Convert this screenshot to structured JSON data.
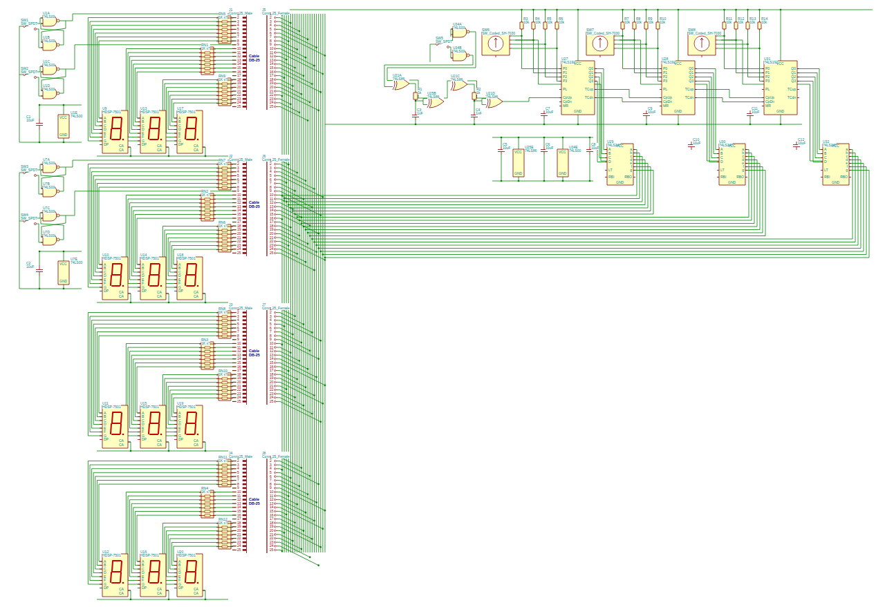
{
  "diagram": {
    "nodes": [
      {
        "text": [
          "SW1",
          "SW_SPDT"
        ]
      },
      {
        "text": [
          "U1A",
          "74LS00"
        ]
      },
      {
        "text": [
          "U1B",
          "74LS00"
        ]
      },
      {
        "text": [
          "SW2",
          "SW_SPDT"
        ]
      },
      {
        "text": [
          "U1C",
          "74LS00"
        ]
      },
      {
        "text": [
          "U1D",
          "74LS00"
        ]
      },
      {
        "text": [
          "C1",
          "10uF"
        ]
      },
      {
        "text": [
          "U1E",
          "74LS00"
        ]
      },
      {
        "text": [
          "RN5",
          "1K x7"
        ]
      },
      {
        "text": [
          "RN1",
          "1K x7"
        ]
      },
      {
        "text": [
          "RN9",
          "1K x7"
        ]
      },
      {
        "text": [
          "U9",
          "HDSP-7501"
        ]
      },
      {
        "text": [
          "U13",
          "HDSP-7501"
        ]
      },
      {
        "text": [
          "U17",
          "HDSP-7501"
        ]
      },
      {
        "text": [
          "J1",
          "Conn_25_Male"
        ]
      },
      {
        "text": [
          "J5",
          "Conn_25_Female"
        ]
      },
      {
        "text": [
          "SW3",
          "SW_SPDT"
        ]
      },
      {
        "text": [
          "U7A",
          "74LS00"
        ]
      },
      {
        "text": [
          "U7B",
          "74LS00"
        ]
      },
      {
        "text": [
          "SW4",
          "SW_SPDT"
        ]
      },
      {
        "text": [
          "U7C",
          "74LS00"
        ]
      },
      {
        "text": [
          "U7D",
          "74LS00"
        ]
      },
      {
        "text": [
          "C2",
          "10uF"
        ]
      },
      {
        "text": [
          "U7E",
          "74LS00"
        ]
      },
      {
        "text": [
          "RN7",
          "1K x7"
        ]
      },
      {
        "text": [
          "RN2",
          "1K x7"
        ]
      },
      {
        "text": [
          "RN6",
          "1K x7"
        ]
      },
      {
        "text": [
          "U10",
          "HDSP-7501"
        ]
      },
      {
        "text": [
          "U14",
          "HDSP-7501"
        ]
      },
      {
        "text": [
          "U18",
          "HDSP-7501"
        ]
      },
      {
        "text": [
          "J2",
          "Conn_25_Male"
        ]
      },
      {
        "text": [
          "J6",
          "Conn_25_Female"
        ]
      },
      {
        "text": [
          "RN8",
          "1K x7"
        ]
      },
      {
        "text": [
          "RN3",
          "1K x7"
        ]
      },
      {
        "text": [
          "RN10",
          "1K x7"
        ]
      },
      {
        "text": [
          "U11",
          "HDSP-7501"
        ]
      },
      {
        "text": [
          "U15",
          "HDSP-7501"
        ]
      },
      {
        "text": [
          "U19",
          "HDSP-7501"
        ]
      },
      {
        "text": [
          "J3",
          "Conn_25_Male"
        ]
      },
      {
        "text": [
          "J7",
          "Conn_25_Female"
        ]
      },
      {
        "text": [
          "RN11",
          "1K x7"
        ]
      },
      {
        "text": [
          "RN4",
          "1K x7"
        ]
      },
      {
        "text": [
          "RN12",
          "1K x7"
        ]
      },
      {
        "text": [
          "U12",
          "HDSP-7501"
        ]
      },
      {
        "text": [
          "U16",
          "HDSP-7501"
        ]
      },
      {
        "text": [
          "U20",
          "HDSP-7501"
        ]
      },
      {
        "text": [
          "J4",
          "Conn_25_Male"
        ]
      },
      {
        "text": [
          "J8",
          "Conn_25_Female"
        ]
      },
      {
        "text": [
          "SW5",
          "SW_SPDT"
        ]
      },
      {
        "text": [
          "U34A",
          "74LS00"
        ]
      },
      {
        "text": [
          "U34B",
          "74LS00"
        ]
      },
      {
        "text": [
          "U21A",
          "74LS86"
        ]
      },
      {
        "text": [
          "R1",
          "1k"
        ]
      },
      {
        "text": [
          "C3",
          "1nF"
        ]
      },
      {
        "text": [
          "U25B",
          "74LS86"
        ]
      },
      {
        "text": [
          "U21C",
          "74LS86"
        ]
      },
      {
        "text": [
          "R2",
          "1k"
        ]
      },
      {
        "text": [
          "C4",
          "1nF"
        ]
      },
      {
        "text": [
          "U21D",
          "74LS86"
        ]
      },
      {
        "text": [
          "SW6",
          "SW_Coded_SH-7030"
        ]
      },
      {
        "text": [
          "R3",
          "10k"
        ]
      },
      {
        "text": [
          "R4",
          "10k"
        ]
      },
      {
        "text": [
          "R5",
          "10k"
        ]
      },
      {
        "text": [
          "R6",
          "10k"
        ]
      },
      {
        "text": [
          "U27",
          "74LS192"
        ]
      },
      {
        "text": [
          "C7",
          "10uF"
        ]
      },
      {
        "text": [
          "SW7",
          "SW_Coded_SH-7030"
        ]
      },
      {
        "text": [
          "R7",
          "10k"
        ]
      },
      {
        "text": [
          "R8",
          "10k"
        ]
      },
      {
        "text": [
          "R9",
          "10k"
        ]
      },
      {
        "text": [
          "R10",
          "10k"
        ]
      },
      {
        "text": [
          "U28",
          "74LS192"
        ]
      },
      {
        "text": [
          "C9",
          "10uF"
        ]
      },
      {
        "text": [
          "SW8",
          "SW_Coded_SH-7030"
        ]
      },
      {
        "text": [
          "R11",
          "10k"
        ]
      },
      {
        "text": [
          "R12",
          "10k"
        ]
      },
      {
        "text": [
          "R13",
          "10k"
        ]
      },
      {
        "text": [
          "R14",
          "10k"
        ]
      },
      {
        "text": [
          "U31",
          "74LS192"
        ]
      },
      {
        "text": [
          "C11",
          "10uF"
        ]
      },
      {
        "text": [
          "C5",
          "10uF"
        ]
      },
      {
        "text": [
          "U25E",
          "74LS86"
        ]
      },
      {
        "text": [
          "C6",
          "10uF"
        ]
      },
      {
        "text": [
          "U34E",
          "74LS00"
        ]
      },
      {
        "text": [
          "C8",
          "10uF"
        ]
      },
      {
        "text": [
          "U29",
          "74LS247"
        ]
      },
      {
        "text": [
          "C10",
          "10uF"
        ]
      },
      {
        "text": [
          "U30",
          "74LS247"
        ]
      },
      {
        "text": [
          "C12",
          "10uF"
        ]
      },
      {
        "text": [
          "U32",
          "74LS247"
        ]
      }
    ],
    "edges": [
      {
        "from": 51,
        "to": 54,
        "arrow": "none"
      },
      {
        "from": 54,
        "to": 55,
        "arrow": "none"
      },
      {
        "from": 55,
        "to": 58,
        "arrow": "none"
      },
      {
        "from": 59,
        "to": 64,
        "arrow": "none"
      },
      {
        "from": 66,
        "to": 71,
        "arrow": "none"
      },
      {
        "from": 73,
        "to": 78,
        "arrow": "none"
      },
      {
        "from": 64,
        "to": 85,
        "arrow": "none"
      },
      {
        "from": 71,
        "to": 87,
        "arrow": "none"
      },
      {
        "from": 78,
        "to": 89,
        "arrow": "none"
      },
      {
        "from": 48,
        "to": 49,
        "arrow": "none"
      }
    ],
    "labels": [
      "1",
      "2",
      "3",
      "4",
      "5",
      "6",
      "7",
      "8",
      "9",
      "10",
      "11",
      "12",
      "13",
      "14",
      "15",
      "16",
      "17",
      "18",
      "19",
      "20",
      "21",
      "22",
      "23",
      "24",
      "25",
      "1",
      "2",
      "3",
      "4",
      "5",
      "6",
      "7",
      "8",
      "9",
      "10",
      "11",
      "12",
      "13",
      "14",
      "15",
      "16",
      "17",
      "18",
      "19",
      "20",
      "21",
      "22",
      "23",
      "24",
      "25",
      "Cable DB-25",
      "A",
      "B",
      "C",
      "D",
      "E",
      "F",
      "G",
      "DP",
      "CA",
      "CA",
      "A",
      "B",
      "C",
      "D",
      "E",
      "F",
      "G",
      "DP",
      "CA",
      "CA",
      "A",
      "B",
      "C",
      "D",
      "E",
      "F",
      "G",
      "DP",
      "CA",
      "CA",
      "1",
      "2",
      "3",
      "4",
      "5",
      "6",
      "7",
      "8",
      "9",
      "10",
      "11",
      "12",
      "13",
      "14",
      "15",
      "16",
      "17",
      "18",
      "19",
      "20",
      "21",
      "22",
      "23",
      "24",
      "25",
      "1",
      "2",
      "3",
      "4",
      "5",
      "6",
      "7",
      "8",
      "9",
      "10",
      "11",
      "12",
      "13",
      "14",
      "15",
      "16",
      "17",
      "18",
      "19",
      "20",
      "21",
      "22",
      "23",
      "24",
      "25",
      "Cable DB-25",
      "A",
      "B",
      "C",
      "D",
      "E",
      "F",
      "G",
      "DP",
      "CA",
      "CA",
      "A",
      "B",
      "C",
      "D",
      "E",
      "F",
      "G",
      "DP",
      "CA",
      "CA",
      "A",
      "B",
      "C",
      "D",
      "E",
      "F",
      "G",
      "DP",
      "CA",
      "CA",
      "1",
      "2",
      "3",
      "4",
      "5",
      "6",
      "7",
      "8",
      "9",
      "10",
      "11",
      "12",
      "13",
      "14",
      "15",
      "16",
      "17",
      "18",
      "19",
      "20",
      "21",
      "22",
      "23",
      "24",
      "25",
      "1",
      "2",
      "3",
      "4",
      "5",
      "6",
      "7",
      "8",
      "9",
      "10",
      "11",
      "12",
      "13",
      "14",
      "15",
      "16",
      "17",
      "18",
      "19",
      "20",
      "21",
      "22",
      "23",
      "24",
      "25",
      "Cable DB-25",
      "A",
      "B",
      "C",
      "D",
      "E",
      "F",
      "G",
      "DP",
      "CA",
      "CA",
      "A",
      "B",
      "C",
      "D",
      "E",
      "F",
      "G",
      "DP",
      "CA",
      "CA",
      "A",
      "B",
      "C",
      "D",
      "E",
      "F",
      "G",
      "DP",
      "CA",
      "CA",
      "1",
      "2",
      "3",
      "4",
      "5",
      "6",
      "7",
      "8",
      "9",
      "10",
      "11",
      "12",
      "13",
      "14",
      "15",
      "16",
      "17",
      "18",
      "19",
      "20",
      "21",
      "22",
      "23",
      "24",
      "25",
      "1",
      "2",
      "3",
      "4",
      "5",
      "6",
      "7",
      "8",
      "9",
      "10",
      "11",
      "12",
      "13",
      "14",
      "15",
      "16",
      "17",
      "18",
      "19",
      "20",
      "21",
      "22",
      "23",
      "24",
      "25",
      "Cable DB-25",
      "A",
      "B",
      "C",
      "D",
      "E",
      "F",
      "G",
      "DP",
      "CA",
      "CA",
      "A",
      "B",
      "C",
      "D",
      "E",
      "F",
      "G",
      "DP",
      "CA",
      "CA",
      "A",
      "B",
      "C",
      "D",
      "E",
      "F",
      "G",
      "DP",
      "CA",
      "CA",
      "P0",
      "P1",
      "P2",
      "P3",
      "PL",
      "CpUp",
      "CpDn",
      "MR",
      "VCC",
      "GND",
      "Q0",
      "Q1",
      "Q2",
      "Q3",
      "TCup",
      "TCdn",
      "P0",
      "P1",
      "P2",
      "P3",
      "PL",
      "CpUp",
      "CpDn",
      "MR",
      "VCC",
      "GND",
      "Q0",
      "Q1",
      "Q2",
      "Q3",
      "TCup",
      "TCdn",
      "P0",
      "P1",
      "P2",
      "P3",
      "PL",
      "CpUp",
      "CpDn",
      "MR",
      "VCC",
      "GND",
      "Q0",
      "Q1",
      "Q2",
      "Q3",
      "TCup",
      "TCdn",
      "A",
      "B",
      "C",
      "D",
      "LT",
      "RBI",
      "VCC",
      "GND",
      "a",
      "b",
      "c",
      "d",
      "e",
      "f",
      "g",
      "RBO",
      "A",
      "B",
      "C",
      "D",
      "LT",
      "RBI",
      "VCC",
      "GND",
      "a",
      "b",
      "c",
      "d",
      "e",
      "f",
      "g",
      "RBO",
      "A",
      "B",
      "C",
      "D",
      "LT",
      "RBI",
      "VCC",
      "GND",
      "a",
      "b",
      "c",
      "d",
      "e",
      "f",
      "g",
      "RBO",
      "VCC",
      "GND",
      "VCC",
      "GND",
      "VCC",
      "GND",
      "VCC",
      "GND"
    ]
  }
}
